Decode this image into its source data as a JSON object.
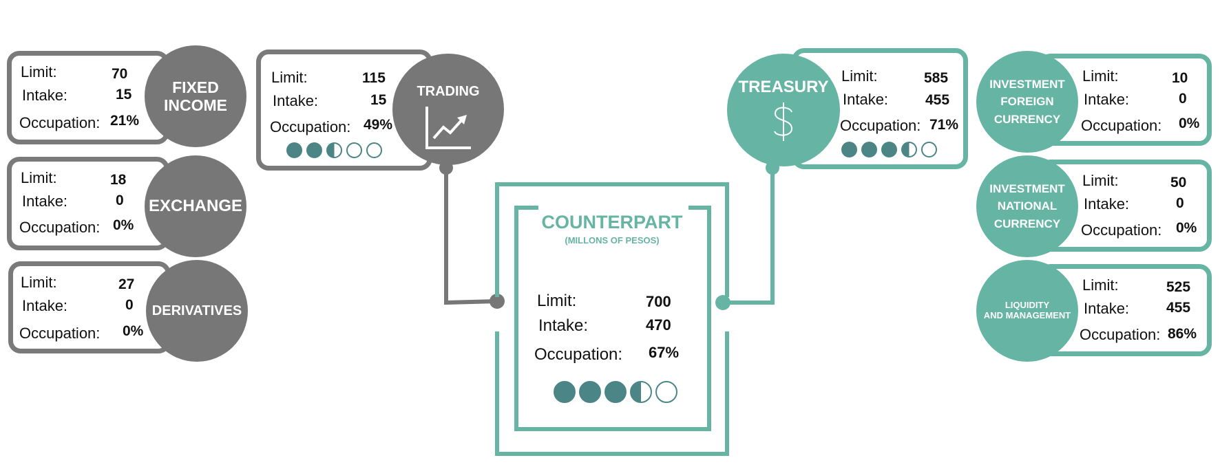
{
  "colors": {
    "gray": "#777777",
    "teal": "#66b4a3",
    "dot": "#4b8585"
  },
  "labels": {
    "limit": "Limit:",
    "intake": "Intake:",
    "occupation": "Occupation:"
  },
  "fixed_income": {
    "title_line1": "FIXED",
    "title_line2": "INCOME",
    "limit": "70",
    "intake": "15",
    "occupation": "21%"
  },
  "exchange": {
    "title": "EXCHANGE",
    "limit": "18",
    "intake": "0",
    "occupation": "0%"
  },
  "derivatives": {
    "title": "DERIVATIVES",
    "limit": "27",
    "intake": "0",
    "occupation": "0%"
  },
  "trading": {
    "title": "TRADING",
    "icon": "chart-up-icon",
    "limit": "115",
    "intake": "15",
    "occupation": "49%",
    "level": [
      "full",
      "full",
      "half",
      "empty",
      "empty"
    ]
  },
  "treasury": {
    "title": "TREASURY",
    "icon": "dollar-icon",
    "limit": "585",
    "intake": "455",
    "occupation": "71%",
    "level": [
      "full",
      "full",
      "full",
      "half",
      "empty"
    ]
  },
  "counterpart": {
    "title": "COUNTERPART",
    "subtitle": "(MILLONS OF PESOS)",
    "limit": "700",
    "intake": "470",
    "occupation": "67%",
    "level": [
      "full",
      "full",
      "full",
      "half",
      "empty"
    ]
  },
  "investment_foreign": {
    "title_line1": "INVESTMENT",
    "title_line2": "FOREIGN",
    "title_line3": "CURRENCY",
    "limit": "10",
    "intake": "0",
    "occupation": "0%"
  },
  "investment_national": {
    "title_line1": "INVESTMENT",
    "title_line2": "NATIONAL",
    "title_line3": "CURRENCY",
    "limit": "50",
    "intake": "0",
    "occupation": "0%"
  },
  "liquidity": {
    "title_line1": "LIQUIDITY",
    "title_line2": "AND MANAGEMENT",
    "limit": "525",
    "intake": "455",
    "occupation": "86%"
  }
}
